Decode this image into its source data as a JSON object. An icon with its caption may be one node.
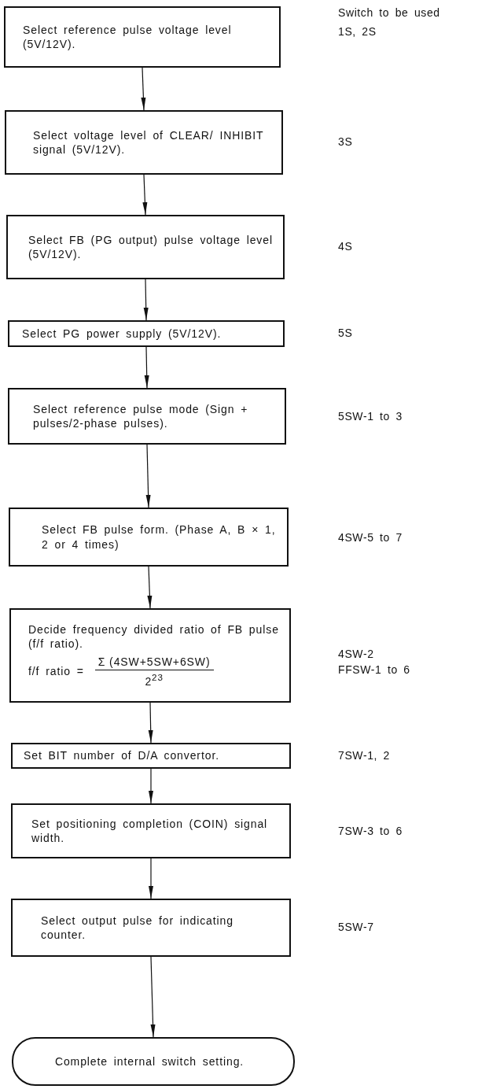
{
  "diagram": {
    "nodes": [
      {
        "text": [
          "Select reference pulse voltage level (5V/12V)."
        ]
      },
      {
        "text": [
          "Select voltage level of CLEAR/ INHIBIT signal (5V/12V)."
        ]
      },
      {
        "text": [
          "Select FB (PG output) pulse voltage level (5V/12V)."
        ]
      },
      {
        "text": [
          "Select PG power supply (5V/12V)."
        ]
      },
      {
        "text": [
          "Select reference pulse mode (Sign + pulses/2-phase pulses)."
        ]
      },
      {
        "text": [
          "Select FB pulse form. (Phase A, B × 1, 2 or 4 times)"
        ]
      },
      {
        "text": [
          "Decide frequency divided ratio of FB pulse (f/f ratio).",
          "f/f ratio =",
          "Σ (4SW+5SW+6SW)",
          "2$^{23}$"
        ]
      },
      {
        "text": [
          "Set BIT number of D/A convertor."
        ]
      },
      {
        "text": [
          "Set positioning completion (COIN) signal width."
        ]
      },
      {
        "text": [
          "Select output pulse for indicating counter."
        ]
      },
      {
        "text": [
          "Complete internal switch setting."
        ]
      }
    ],
    "edges": [
      {
        "from": 0,
        "to": 1,
        "arrow": "to"
      },
      {
        "from": 1,
        "to": 2,
        "arrow": "to"
      },
      {
        "from": 2,
        "to": 3,
        "arrow": "to"
      },
      {
        "from": 3,
        "to": 4,
        "arrow": "to"
      },
      {
        "from": 4,
        "to": 5,
        "arrow": "to"
      },
      {
        "from": 5,
        "to": 6,
        "arrow": "to"
      },
      {
        "from": 6,
        "to": 7,
        "arrow": "to"
      },
      {
        "from": 7,
        "to": 8,
        "arrow": "to"
      },
      {
        "from": 8,
        "to": 9,
        "arrow": "to"
      },
      {
        "from": 9,
        "to": 10,
        "arrow": "to"
      }
    ],
    "labels": [
      "Switch to be used",
      "1S, 2S",
      "3S",
      "4S",
      "5S",
      "5SW-1 to 3",
      "4SW-5 to 7",
      "4SW-2",
      "FFSW-1 to 6",
      "7SW-1, 2",
      "7SW-3 to 6",
      "5SW-7"
    ]
  }
}
